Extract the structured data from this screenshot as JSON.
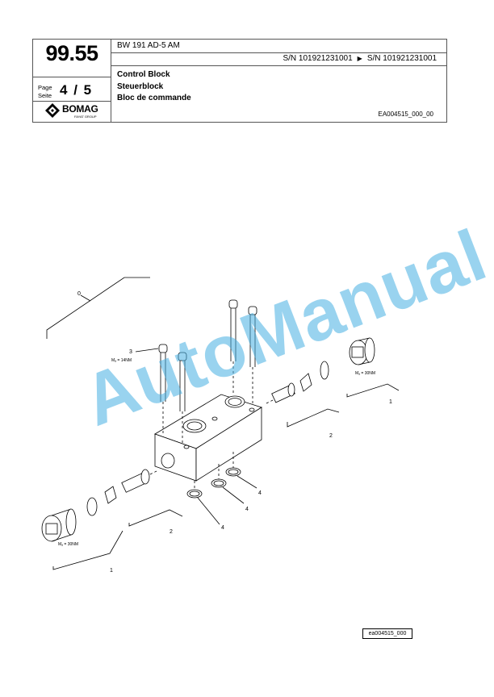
{
  "header": {
    "section_number": "99.55",
    "page_label_en": "Page",
    "page_label_de": "Seite",
    "page_current": "4",
    "page_separator": "/",
    "page_total": "5",
    "brand": "BOMAG",
    "brand_subtitle": "FAYAT GROUP",
    "model": "BW 191 AD-5 AM",
    "serial_from": "S/N 101921231001",
    "serial_to": "S/N 101921231001",
    "title_en": "Control Block",
    "title_de": "Steuerblock",
    "title_fr": "Bloc de commande",
    "doc_id": "EA004515_000_00"
  },
  "diagram": {
    "callouts": {
      "assembly": "0",
      "screw": "3",
      "plug_right": "1",
      "valve_right": "2",
      "plug_left": "1",
      "valve_left": "2",
      "oring_1": "4",
      "oring_2": "4",
      "oring_3": "4"
    },
    "torque_screw": "Mₐ = 14NM",
    "torque_plug_right": "Mₐ = 30NM",
    "torque_plug_left": "Mₐ = 30NM"
  },
  "watermark": "AutoManual",
  "footer_ref": "ea004515_000"
}
